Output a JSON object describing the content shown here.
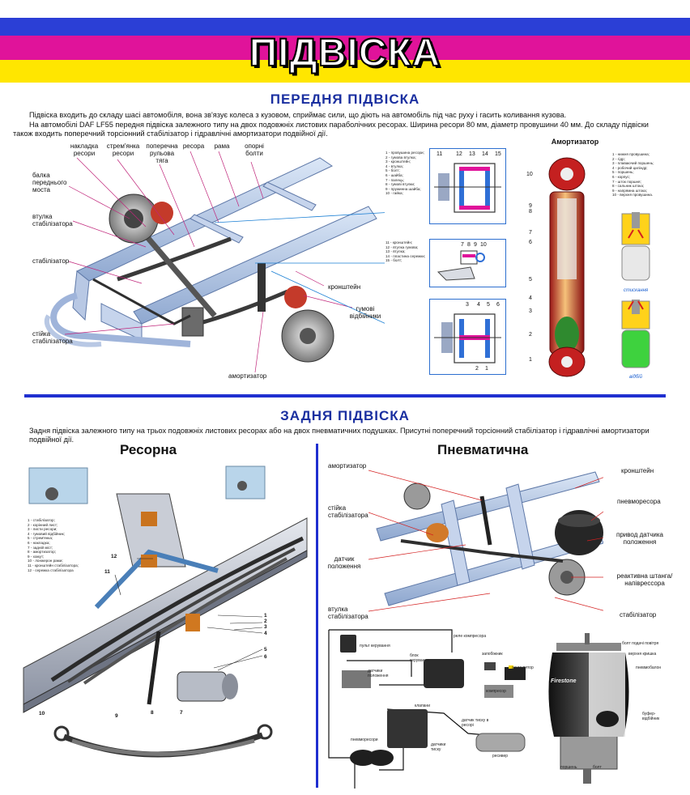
{
  "poster": {
    "title": "ПІДВІСКА",
    "colors": {
      "blue": "#2b3fd6",
      "magenta": "#e0139a",
      "yellow": "#ffe600",
      "heading": "#1a2fa0"
    }
  },
  "front": {
    "heading": "ПЕРЕДНЯ ПІДВІСКА",
    "para1": "Підвіска входить до складу шасі автомобіля, вона зв'язує колеса з кузовом, сприймає сили, що діють на автомобіль під час руху і гасить коливання кузова.",
    "para2": "На автомобілі DAF LF55 передня підвіска залежного типу на двох подовжніх листових параболічних ресорах. Ширина ресори 80 мм, діаметр провушини 40 мм. До складу підвіски також входить поперечний торсіонний стабілізатор і гідравлічні амортизатори подвійної дії.",
    "labels": {
      "nakladka": "накладка ресори",
      "stremyanka": "стрем'янка ресори",
      "poperechna": "поперечна рульова тяга",
      "resora": "ресора",
      "rama": "рама",
      "oporni": "опорні болти",
      "balka": "балка переднього моста",
      "vtulka": "втулка стабілізатора",
      "stabilizator": "стабілізатор",
      "stiyka": "стійка стабілізатора",
      "kronshtein": "кронштейн",
      "gumovi": "гумові відбійники",
      "amortyzator": "амортизатор"
    },
    "legend1": [
      "1 - провушина ресори;",
      "2 - гумова втулка;",
      "3 - кронштейн;",
      "4 - втулка;",
      "5 - болт;",
      "6 - шайба;",
      "7 - палець;",
      "8 - гумові втулки;",
      "9 - пружинна шайба;",
      "10 - гайка;"
    ],
    "legend2": [
      "11 - кронштейн;",
      "12 - втулка гумова;",
      "13 - втулка;",
      "14 - пластина сережки;",
      "15 - болт;"
    ],
    "inset1_nums": [
      "11",
      "12",
      "13",
      "14",
      "15"
    ],
    "inset2_nums": [
      "7",
      "8",
      "9",
      "10"
    ],
    "inset3_nums": [
      "3",
      "4",
      "5",
      "6"
    ],
    "inset3_bottom": [
      "2",
      "1"
    ],
    "shock": {
      "title": "Амортизатор",
      "legend": [
        "1 - нижня провушина;",
        "2 - гідр;",
        "3 - плаваючий поршень;",
        "4 - робочий циліндр;",
        "5 - поршень;",
        "6 - корпус;",
        "7 - шток поршня;",
        "8 - сальник штока;",
        "9 - напрямна штока;",
        "10 - верхня провушина."
      ],
      "side_nums": [
        "10",
        "9",
        "8",
        "7",
        "6",
        "5",
        "4",
        "3",
        "2",
        "1"
      ],
      "compression": "стискання",
      "rebound": "відбій"
    }
  },
  "rear": {
    "heading": "ЗАДНЯ ПІДВІСКА",
    "para": "Задня підвіска залежного типу на трьох подовжніх листових ресорах або на двох пневматичних подушках. Присутні поперечний торсіонний стабілізатор і гідравлічні амортизатори подвійної дії.",
    "leaf": {
      "title": "Ресорна",
      "legend": [
        "1 - стабілізатор;",
        "2 - корінний лист;",
        "3 - листи ресори;",
        "4 - гумовий відбійник;",
        "5 - стрем'янка;",
        "6 - накладка;",
        "7 - задній міст;",
        "8 - амортизатор;",
        "9 - хомут;",
        "10 - лонжерон рами;",
        "11 - кронштейн стабілізатора;",
        "12 - сережка стабілізатора"
      ],
      "nums": [
        "12",
        "11",
        "1",
        "2",
        "3",
        "4",
        "5",
        "6",
        "10",
        "9",
        "8",
        "7"
      ]
    },
    "air": {
      "title": "Пневматична",
      "labels": {
        "amortyzator": "амортизатор",
        "kronshtein": "кронштейн",
        "pnevmoresora": "пневморесора",
        "stiyka": "стійка стабілізатора",
        "pryvid": "привод датчика положення",
        "datchyk": "датчик положення",
        "reaktyvna": "реактивна штанга/ напіврессора",
        "vtulka": "втулка стабілізатора",
        "stabilizator": "стабілізатор"
      },
      "system": {
        "pult": "пульт керування",
        "rele": "реле компресора",
        "zapobizhnyk": "запобіжник",
        "blok": "блок керування",
        "akumulyator": "акумулятор",
        "datchyky": "датчики положення",
        "kompresor": "компресор",
        "klapany": "клапани",
        "datchyk_tysku": "датчик тиску в ресорі",
        "datchyky_tysku": "датчики тиску",
        "pnevmoresory": "пневморесори",
        "resyver": "ресивер"
      },
      "bag": {
        "bolt_podachi": "болт подачі повітря",
        "verkhnya": "верхня кришка",
        "pnevmobalon": "пневмобалон",
        "bufer": "буфер-відбійник",
        "porshen": "поршень",
        "bolt": "болт",
        "brand": "Firestone"
      }
    }
  }
}
